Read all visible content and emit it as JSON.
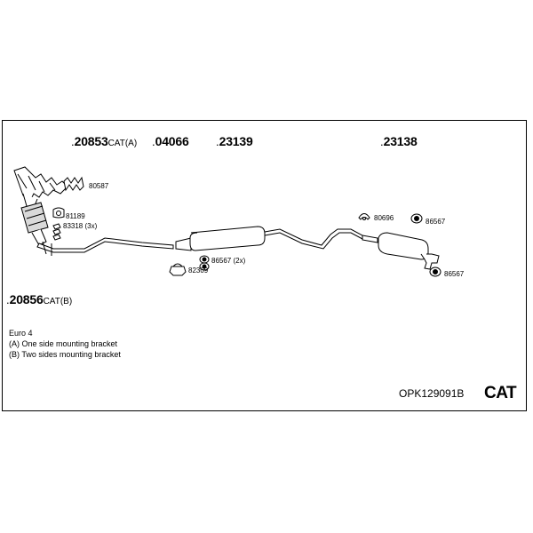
{
  "main_parts": [
    {
      "dot": ".",
      "number": "20853",
      "suffix": "CAT(A)"
    },
    {
      "dot": ".",
      "number": "04066",
      "suffix": ""
    },
    {
      "dot": ".",
      "number": "23139",
      "suffix": ""
    },
    {
      "dot": ".",
      "number": "23138",
      "suffix": ""
    },
    {
      "dot": ".",
      "number": "20856",
      "suffix": "CAT(B)"
    }
  ],
  "small_parts": {
    "p80587": "80587",
    "p81189": "81189",
    "p83318": "83318 (3x)",
    "p86567_2x": "86567 (2x)",
    "p82309": "82309",
    "p80696": "80696",
    "p86567_a": "86567",
    "p86567_b": "86567"
  },
  "notes": {
    "line1": "Euro 4",
    "line2": "(A) One side mounting bracket",
    "line3": "(B) Two sides mounting bracket"
  },
  "footer": {
    "code": "OPK129091B",
    "label": "CAT"
  },
  "colors": {
    "line": "#000000",
    "part_fill": "#ffffff",
    "part_shade": "#bfbfbf"
  }
}
